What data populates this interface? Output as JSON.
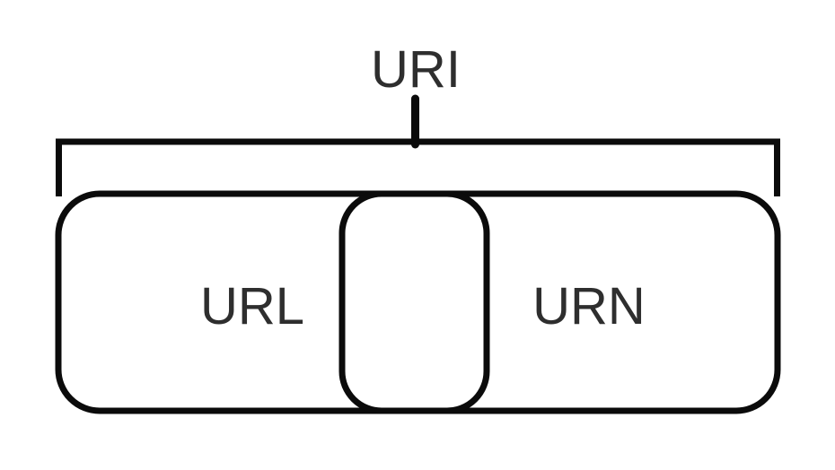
{
  "diagram": {
    "title": "URI",
    "boxes": {
      "left_label": "URL",
      "right_label": "URN"
    },
    "colors": {
      "stroke": "#0b0b0b",
      "text": "#2e2e2e",
      "background": "#ffffff"
    }
  }
}
